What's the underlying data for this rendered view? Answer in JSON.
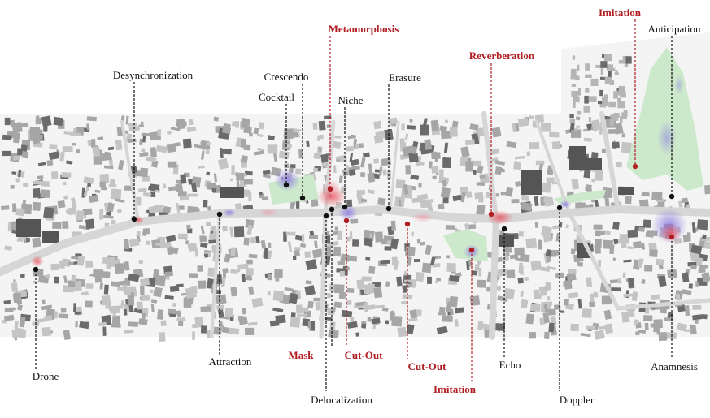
{
  "map": {
    "colors": {
      "black": "#111111",
      "red": "#b01e23",
      "building": "#9b9b9b",
      "building_dark": "#555555",
      "street": "#d2d2d2",
      "park": "#cde9cc",
      "heat_red": "#e8545f",
      "heat_blue": "#8a7be0"
    },
    "labels": [
      {
        "id": "imitation-top",
        "text": "Imitation",
        "style": "red"
      },
      {
        "id": "anticipation",
        "text": "Anticipation",
        "style": "black"
      },
      {
        "id": "metamorphosis",
        "text": "Metamorphosis",
        "style": "red"
      },
      {
        "id": "reverberation",
        "text": "Reverberation",
        "style": "red"
      },
      {
        "id": "desynchronization",
        "text": "Desynchronization",
        "style": "black"
      },
      {
        "id": "crescendo",
        "text": "Crescendo",
        "style": "black"
      },
      {
        "id": "erasure",
        "text": "Erasure",
        "style": "black"
      },
      {
        "id": "cocktail",
        "text": "Cocktail",
        "style": "black"
      },
      {
        "id": "niche",
        "text": "Niche",
        "style": "black"
      },
      {
        "id": "attraction",
        "text": "Attraction",
        "style": "black"
      },
      {
        "id": "mask",
        "text": "Mask",
        "style": "red"
      },
      {
        "id": "cut-out-1",
        "text": "Cut-Out",
        "style": "red"
      },
      {
        "id": "cut-out-2",
        "text": "Cut-Out",
        "style": "red"
      },
      {
        "id": "echo",
        "text": "Echo",
        "style": "black"
      },
      {
        "id": "anamnesis",
        "text": "Anamnesis",
        "style": "black"
      },
      {
        "id": "drone",
        "text": "Drone",
        "style": "black"
      },
      {
        "id": "imitation-bottom",
        "text": "Imitation",
        "style": "red"
      },
      {
        "id": "delocalization",
        "text": "Delocalization",
        "style": "black"
      },
      {
        "id": "doppler",
        "text": "Doppler",
        "style": "black"
      }
    ]
  }
}
